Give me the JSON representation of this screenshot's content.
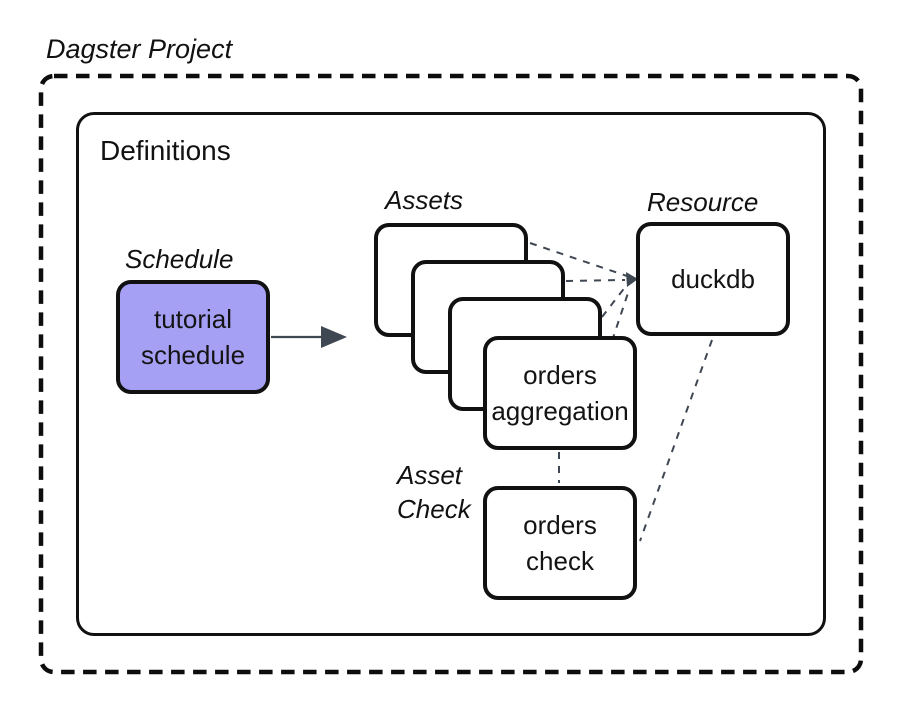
{
  "title": "Dagster Project",
  "definitions": {
    "label": "Definitions"
  },
  "schedule": {
    "label": "Schedule",
    "box_lines": [
      "tutorial",
      "schedule"
    ]
  },
  "assets": {
    "label": "Assets",
    "stack_count": 4,
    "front_box_lines": [
      "orders",
      "aggregation"
    ]
  },
  "resource": {
    "label": "Resource",
    "box_label": "duckdb"
  },
  "asset_check": {
    "label_lines": [
      "Asset",
      "Check"
    ],
    "box_lines": [
      "orders",
      "check"
    ]
  },
  "colors": {
    "schedule_fill": "#a6a0f5",
    "box_border": "#111111",
    "connector": "#3f4753",
    "outer_dashed_border": "#0d0d0d",
    "text": "#141414"
  }
}
